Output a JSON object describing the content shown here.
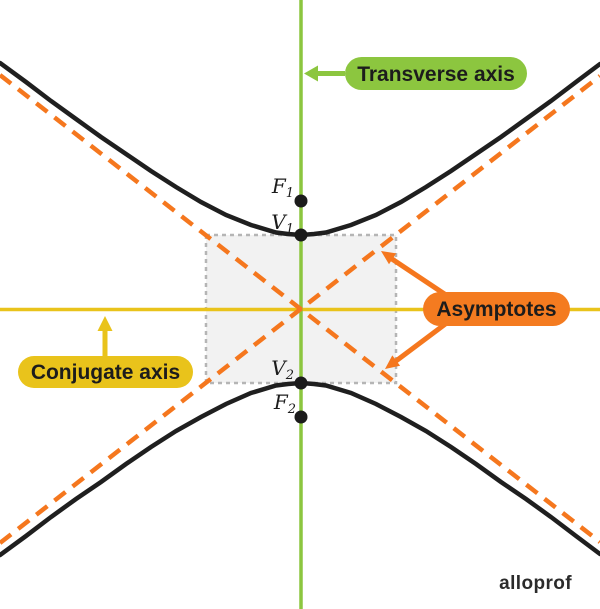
{
  "colors": {
    "transverse_green": "#8CC63F",
    "conjugate_yellow": "#E9C31B",
    "asymptote_orange": "#F5771E",
    "label_orange": "#F47B20",
    "curve_black": "#1F1F1F",
    "dot_black": "#1B1B1B",
    "rect_border_gray": "#B5B5B5",
    "rect_fill_gray": "#F2F2F2",
    "label_text_dark": "#1C1C1C"
  },
  "callouts": {
    "transverse": {
      "label": "Transverse axis"
    },
    "conjugate": {
      "label": "Conjugate axis"
    },
    "asymptotes": {
      "label": "Asymptotes"
    }
  },
  "points": {
    "f1": {
      "base": "F",
      "sub": "1"
    },
    "v1": {
      "base": "V",
      "sub": "1"
    },
    "v2": {
      "base": "V",
      "sub": "2"
    },
    "f2": {
      "base": "F",
      "sub": "2"
    }
  },
  "branding": {
    "logo": "alloprof"
  }
}
